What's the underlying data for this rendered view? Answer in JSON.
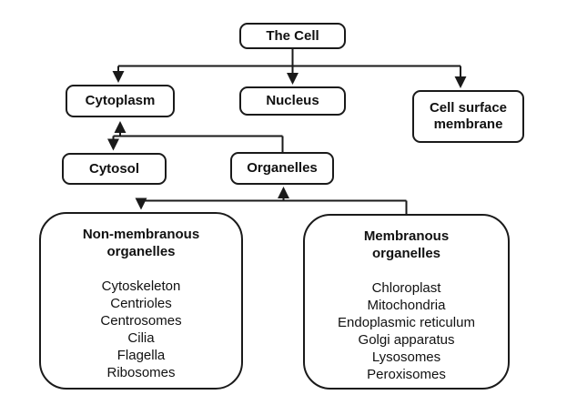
{
  "diagram": {
    "nodes": {
      "the_cell": {
        "label": "The Cell"
      },
      "cytoplasm": {
        "label": "Cytoplasm"
      },
      "nucleus": {
        "label": "Nucleus"
      },
      "cell_surface_membrane": {
        "label": "Cell surface membrane"
      },
      "cytosol": {
        "label": "Cytosol"
      },
      "organelles": {
        "label": "Organelles"
      }
    },
    "panels": {
      "non_membranous": {
        "title": "Non-membranous organelles",
        "items": [
          "Cytoskeleton",
          "Centrioles",
          "Centrosomes",
          "Cilia",
          "Flagella",
          "Ribosomes"
        ]
      },
      "membranous": {
        "title": "Membranous organelles",
        "items": [
          "Chloroplast",
          "Mitochondria",
          "Endoplasmic reticulum",
          "Golgi apparatus",
          "Lysosomes",
          "Peroxisomes"
        ]
      }
    },
    "colors": {
      "background": "#ffffff",
      "line": "#1a1a1a",
      "text": "#111111"
    }
  }
}
